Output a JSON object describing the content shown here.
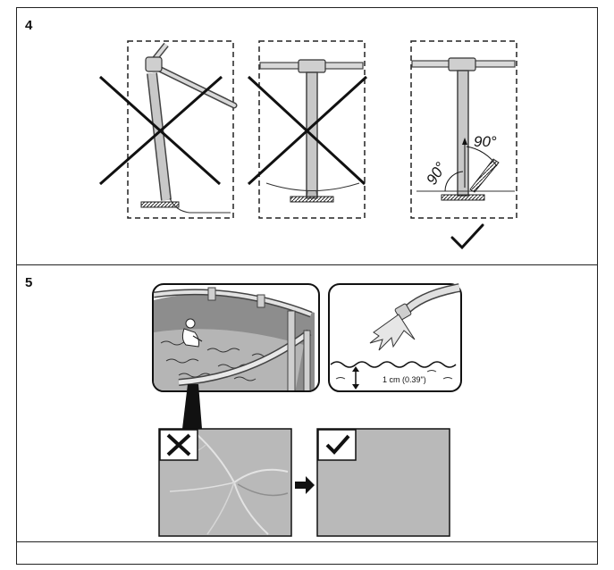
{
  "steps": {
    "step4": {
      "number": "4",
      "angle_left": "90°",
      "angle_right": "90°"
    },
    "step5": {
      "number": "5",
      "depth_label": "1 cm (0.39\")"
    }
  }
}
